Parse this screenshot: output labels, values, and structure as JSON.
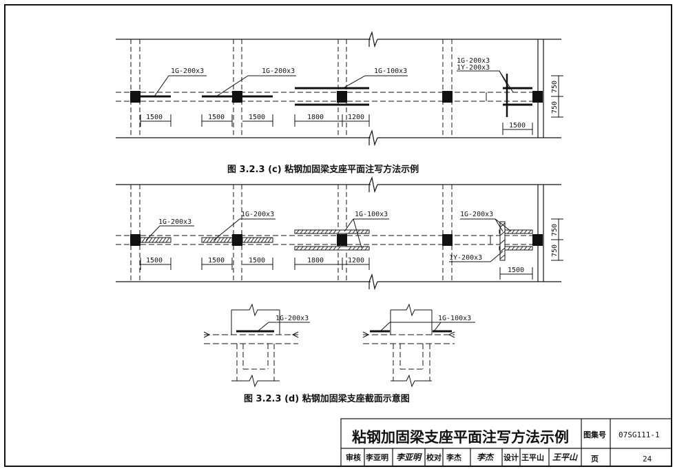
{
  "top_plan": {
    "labels": [
      "1G-200x3",
      "1G-200x3",
      "1G-100x3",
      "1G-200x3",
      "1Y-200x3"
    ],
    "dims": [
      "1500",
      "1500",
      "1500",
      "1800",
      "1200",
      "1500",
      "750",
      "750"
    ],
    "caption": "图 3.2.3 (c) 粘钢加固梁支座平面注写方法示例"
  },
  "bottom_plan": {
    "labels": [
      "1G-200x3",
      "1G-200x3",
      "1G-100x3",
      "1G-200x3",
      "1Y-200x3"
    ],
    "dims": [
      "1500",
      "1500",
      "1500",
      "1800",
      "1200",
      "1500",
      "750",
      "750"
    ]
  },
  "sections": {
    "labels": [
      "1G-200x3",
      "1G-100x3"
    ],
    "caption": "图 3.2.3 (d) 粘钢加固梁支座截面示意图"
  },
  "title_block": {
    "title": "粘钢加固梁支座平面注写方法示例",
    "atlas_label": "图集号",
    "atlas_no": "07SG111-1",
    "review_label": "审核",
    "review_name": "李亚明",
    "check_label": "校对",
    "check_name": "李杰",
    "design_label": "设计",
    "design_name": "王平山",
    "page_label": "页",
    "page_no": "24"
  }
}
